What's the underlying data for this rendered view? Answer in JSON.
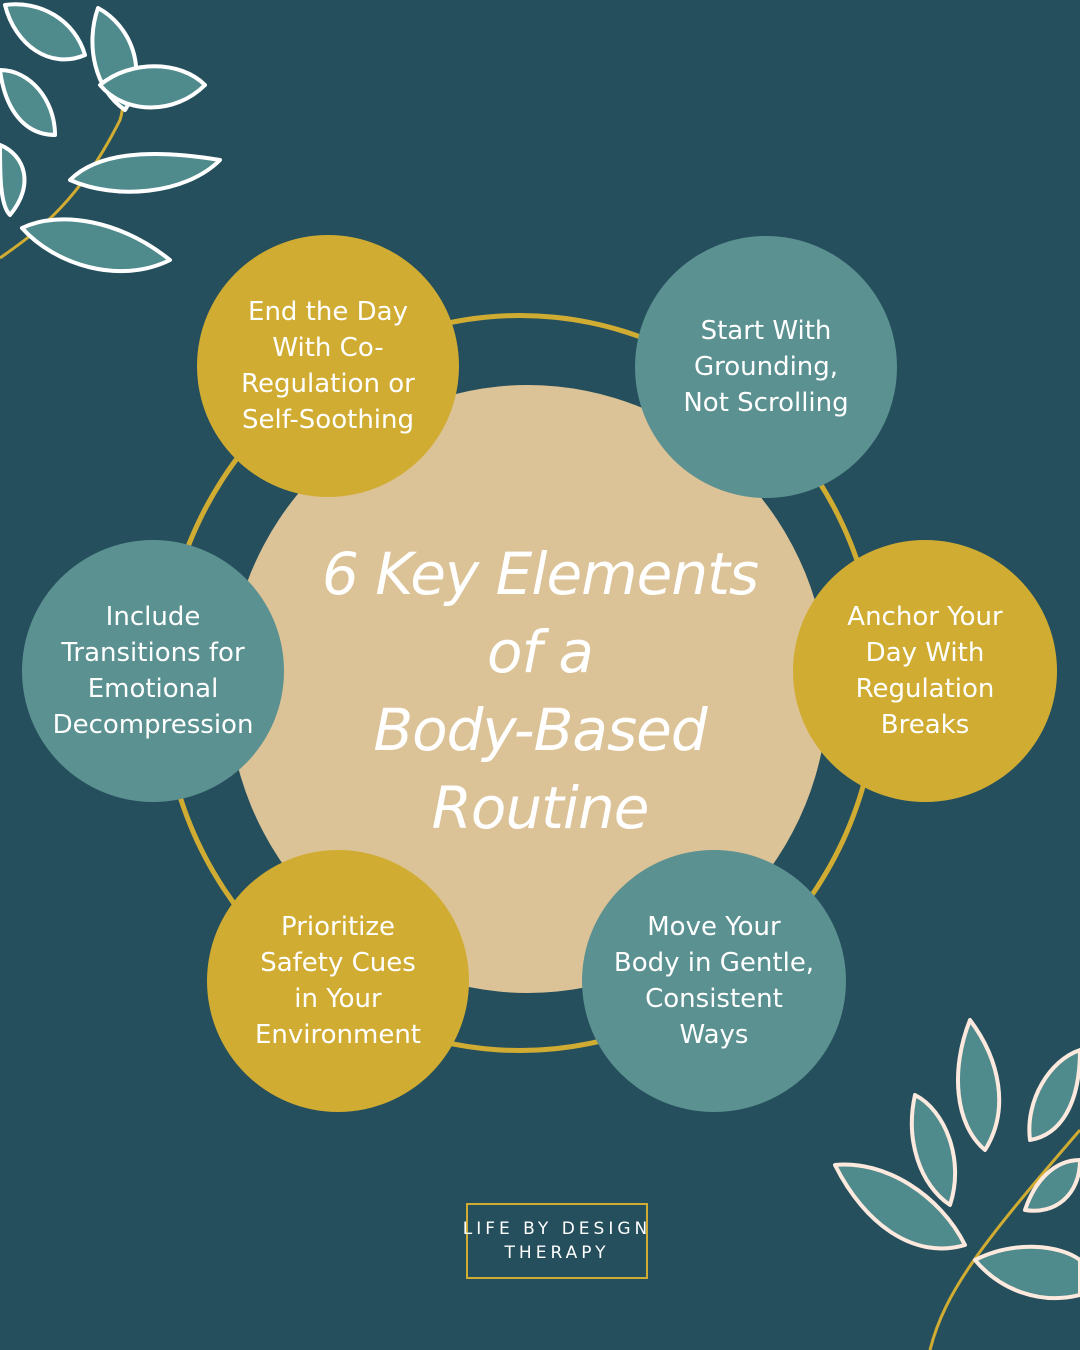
{
  "title": "6 Key Elements of a Body-Based Routine",
  "title_lines": [
    "6 Key Elements",
    "of a",
    "Body-Based",
    "Routine"
  ],
  "elements": [
    {
      "lines": [
        "End the Day",
        "With Co-",
        "Regulation or",
        "Self-Soothing"
      ],
      "color": "#d1ac32"
    },
    {
      "lines": [
        "Start With",
        "Grounding,",
        "Not Scrolling"
      ],
      "color": "#5b9191"
    },
    {
      "lines": [
        "Include",
        "Transitions for",
        "Emotional",
        "Decompression"
      ],
      "color": "#5b9191"
    },
    {
      "lines": [
        "Anchor Your",
        "Day With",
        "Regulation",
        "Breaks"
      ],
      "color": "#d1ac32"
    },
    {
      "lines": [
        "Prioritize",
        "Safety Cues",
        "in Your",
        "Environment"
      ],
      "color": "#d1ac32"
    },
    {
      "lines": [
        "Move Your",
        "Body in Gentle,",
        "Consistent",
        "Ways"
      ],
      "color": "#5b9191"
    }
  ],
  "logo": {
    "line1": "LIFE BY DESIGN",
    "line2": "THERAPY"
  },
  "colors": {
    "background": "#254f5c",
    "gold": "#d1ac32",
    "teal": "#5b9191",
    "center": "#dcc397",
    "leaf": "#4f8a8c"
  },
  "icons": [
    "leaf-branch-top-left-icon",
    "leaf-branch-bottom-right-icon"
  ]
}
